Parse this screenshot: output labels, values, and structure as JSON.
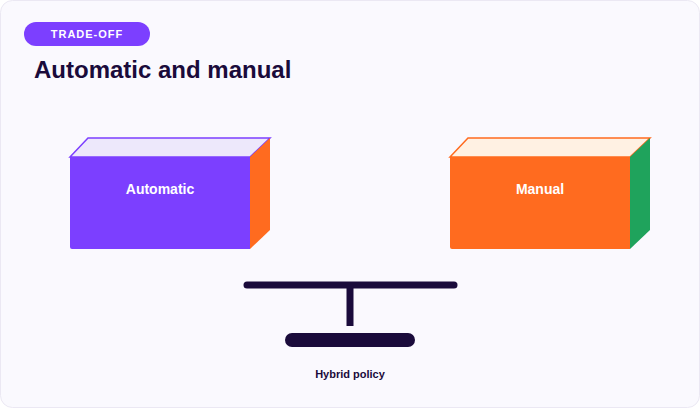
{
  "diagram": {
    "title": "Automatic and manual",
    "nodes": [
      {
        "text": [
          "TRADE-OFF"
        ]
      },
      {
        "text": [
          "Automatic"
        ]
      },
      {
        "text": [
          "Manual"
        ]
      }
    ],
    "labels": [
      "Hybrid policy"
    ]
  }
}
